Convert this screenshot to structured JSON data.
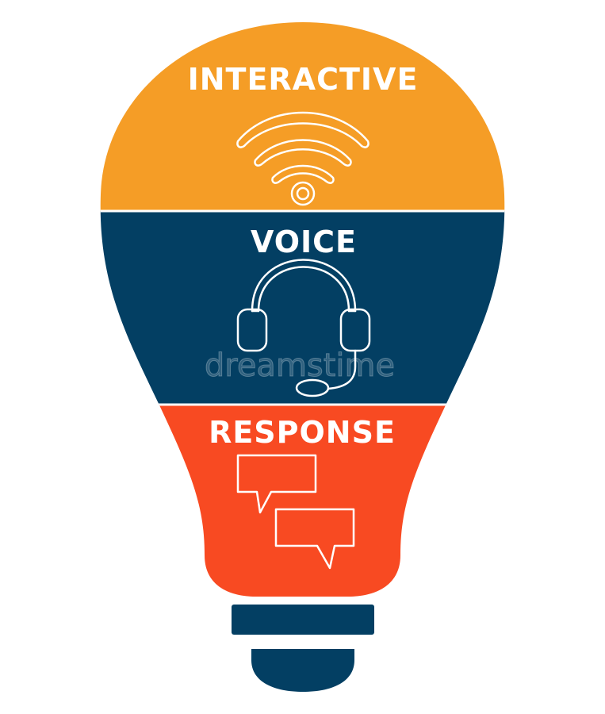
{
  "segments": [
    {
      "label": "INTERACTIVE",
      "color": "#f59d26",
      "icon": "wifi-icon"
    },
    {
      "label": "VOICE",
      "color": "#033f63",
      "icon": "headset-icon"
    },
    {
      "label": "RESPONSE",
      "color": "#f84a22",
      "icon": "speech-bubbles-icon"
    }
  ],
  "base_color": "#033f63",
  "watermark": "dreamstime"
}
